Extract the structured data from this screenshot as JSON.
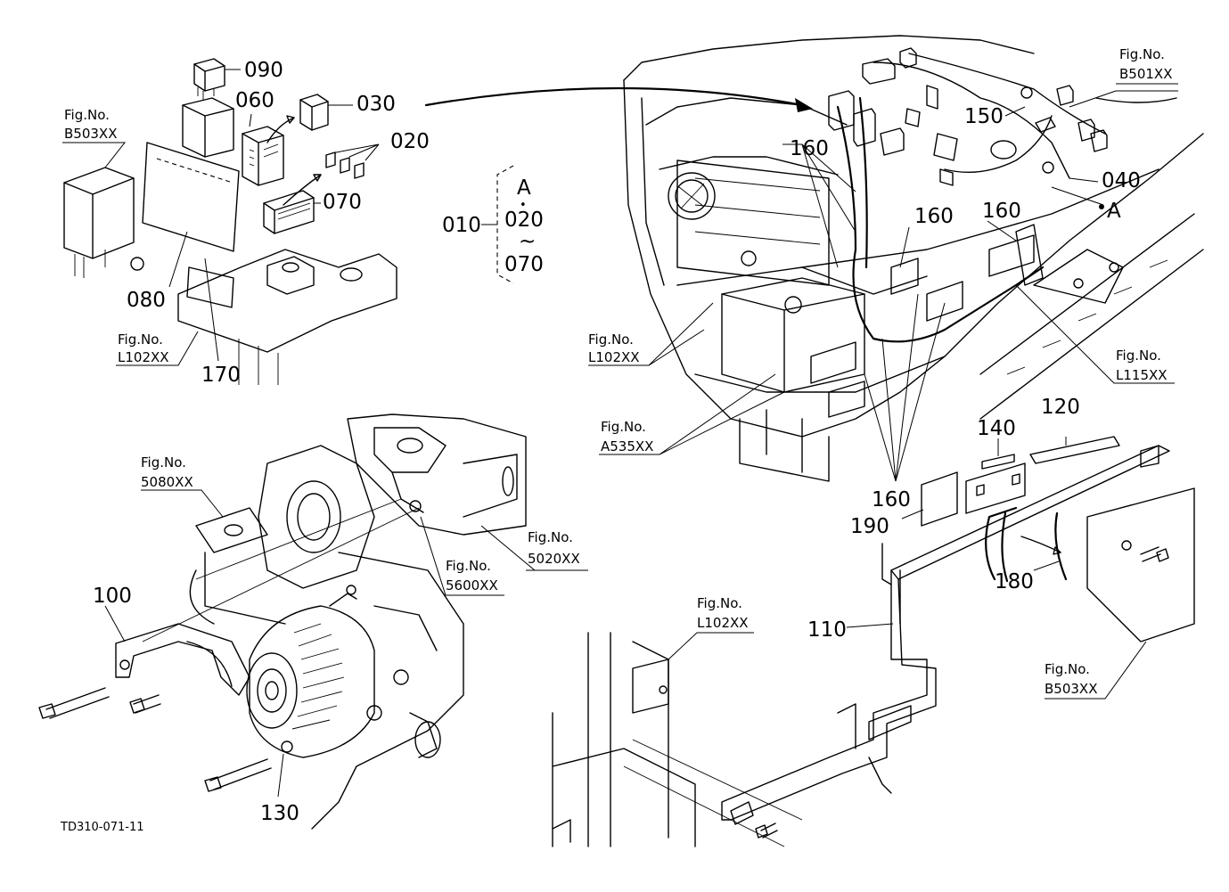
{
  "diagram_code": "TD310-071-11",
  "detail_group": {
    "part": "010",
    "letter": "A",
    "dot": "•",
    "range_from": "020",
    "tilde": "~",
    "range_to": "070",
    "view_letter": "A"
  },
  "part_numbers": {
    "p090": "090",
    "p060": "060",
    "p030": "030",
    "p020": "020",
    "p070": "070",
    "p080": "080",
    "p170": "170",
    "p150": "150",
    "p040": "040",
    "p160a": "160",
    "p160b": "160",
    "p160c": "160",
    "p160d": "160",
    "p140": "140",
    "p120": "120",
    "p190": "190",
    "p180": "180",
    "p110": "110",
    "p100": "100",
    "p130": "130"
  },
  "fig_refs": {
    "b503_top": {
      "label": "Fig.No.",
      "code": "B503XX"
    },
    "l102_left": {
      "label": "Fig.No.",
      "code": "L102XX"
    },
    "b501": {
      "label": "Fig.No.",
      "code": "B501XX"
    },
    "l102_mid": {
      "label": "Fig.No.",
      "code": "L102XX"
    },
    "l115": {
      "label": "Fig.No.",
      "code": "L115XX"
    },
    "a535": {
      "label": "Fig.No.",
      "code": "A535XX"
    },
    "s5080": {
      "label": "Fig.No.",
      "code": "5080XX"
    },
    "s5020": {
      "label": "Fig.No.",
      "code": "5020XX"
    },
    "s5600": {
      "label": "Fig.No.",
      "code": "5600XX"
    },
    "l102_bot": {
      "label": "Fig.No.",
      "code": "L102XX"
    },
    "b503_bot": {
      "label": "Fig.No.",
      "code": "B503XX"
    }
  }
}
